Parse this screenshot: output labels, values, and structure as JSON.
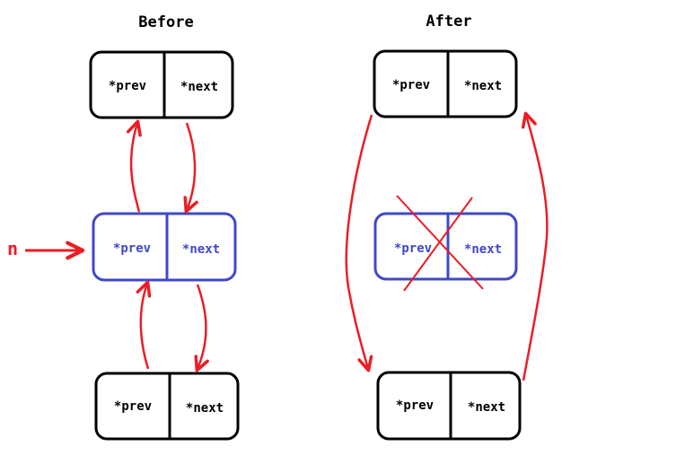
{
  "headings": {
    "before": "Before",
    "after": "After"
  },
  "pointer_label": "n",
  "fields": {
    "prev": "*prev",
    "next": "*next"
  },
  "colors": {
    "node_outline": "#000000",
    "removed_node": "#3f48cc",
    "arrow": "#ed1c24"
  }
}
